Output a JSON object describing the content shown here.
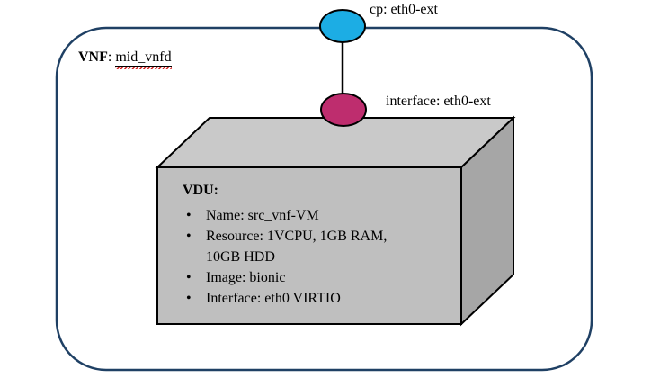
{
  "diagram": {
    "vnf_label": {
      "bold": "VNF",
      "sep": ": ",
      "name": "mid_vnfd"
    },
    "cp_label": "cp: eth0-ext",
    "interface_label": "interface: eth0-ext",
    "vdu": {
      "title": "VDU:",
      "bullet_glyph": "•",
      "items": [
        "Name: src_vnf-VM",
        "Resource: 1VCPU, 1GB RAM,\n10GB HDD",
        "Image: bionic",
        "Interface: eth0 VIRTIO"
      ]
    },
    "colors": {
      "boundary_stroke": "#1f4064",
      "outline": "#000000",
      "cp_fill": "#1cade4",
      "interface_fill": "#be2d6e",
      "box_front": "#bfbfbf",
      "box_top": "#c9c9c9",
      "box_side": "#a6a6a6"
    }
  }
}
